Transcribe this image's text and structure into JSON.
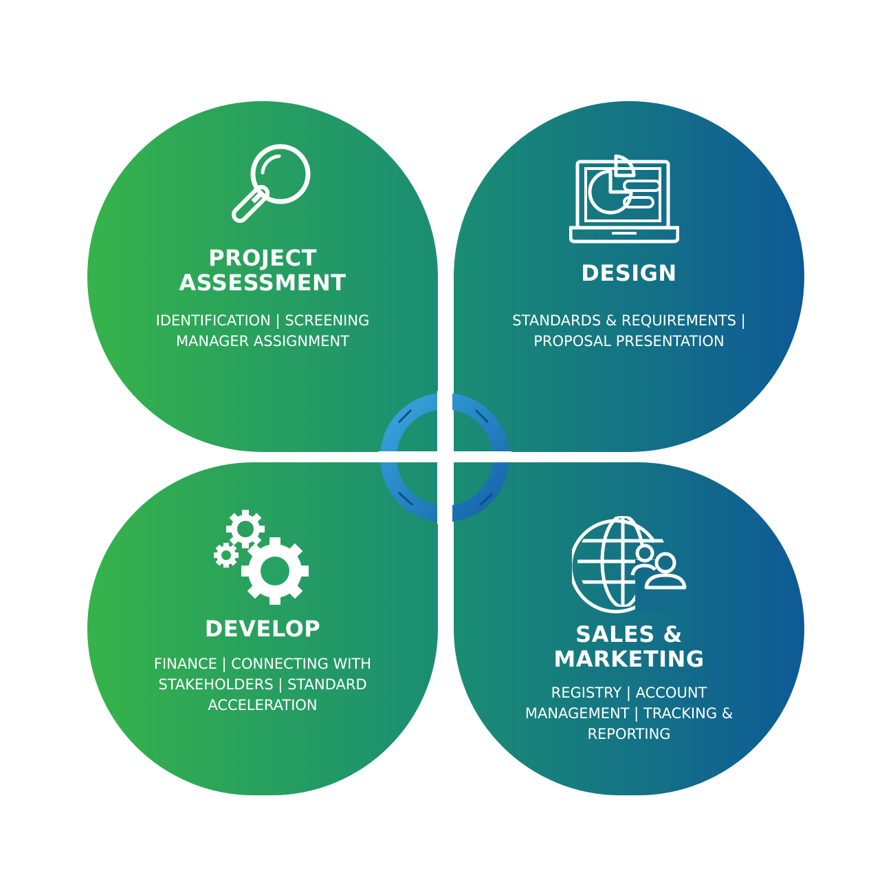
{
  "colors": {
    "green": "#36b34a",
    "teal": "#1a8d73",
    "blue": "#0e5a96",
    "ring": "#1a7fc2",
    "icon": "#ffffff"
  },
  "petals": [
    {
      "title": "PROJECT\nASSESSMENT",
      "description": "IDENTIFICATION | SCREENING\nMANAGER ASSIGNMENT",
      "icon": "magnifier-icon"
    },
    {
      "title": "DESIGN",
      "description": "STANDARDS & REQUIREMENTS |\nPROPOSAL PRESENTATION",
      "icon": "laptop-chart-icon"
    },
    {
      "title": "DEVELOP",
      "description": "FINANCE | CONNECTING WITH\nSTAKEHOLDERS | STANDARD\nACCELERATION",
      "icon": "gears-icon"
    },
    {
      "title": "SALES &\nMARKETING",
      "description": "REGISTRY | ACCOUNT\nMANAGEMENT | TRACKING &\nREPORTING",
      "icon": "globe-user-icon"
    }
  ],
  "center": {
    "icon": "cycle-arrows-icon"
  }
}
